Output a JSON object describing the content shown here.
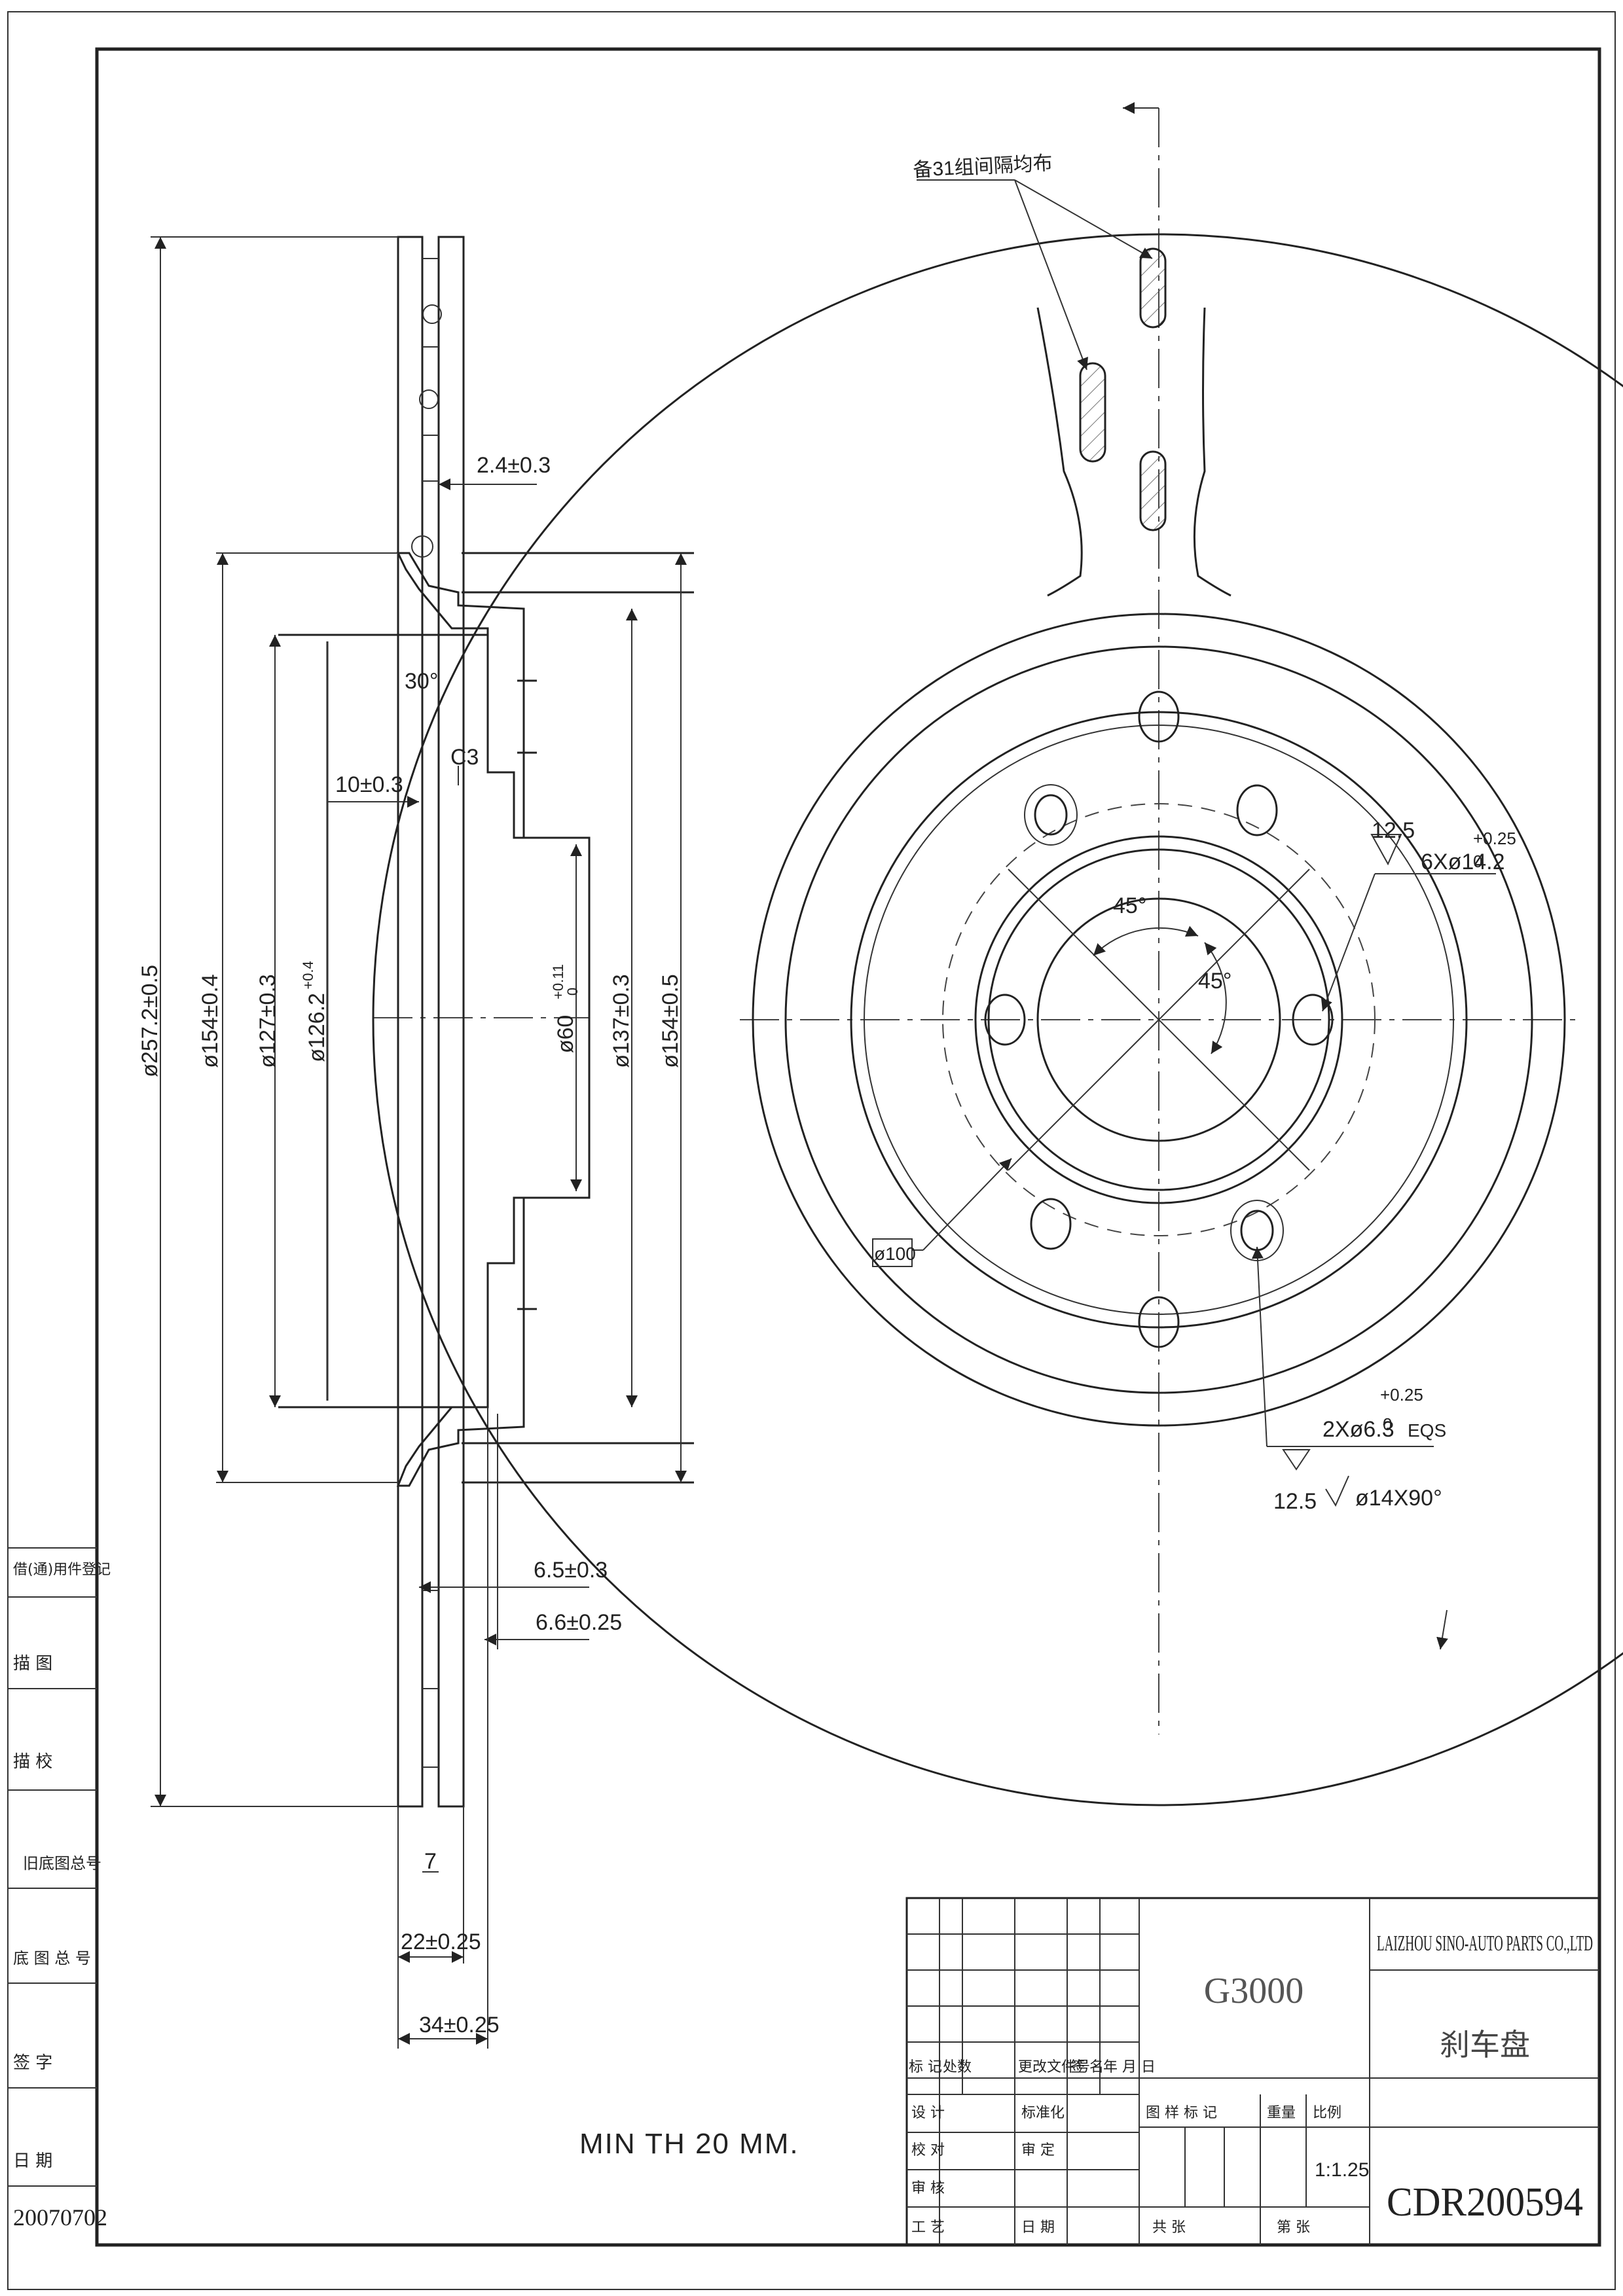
{
  "section_view": {
    "dims": {
      "d_257": "ø257.2±0.5",
      "d_154_left": "ø154±0.4",
      "d_127": "ø127±0.3",
      "d_126": "ø126.2",
      "d_126_tol": "+0.4",
      "d_60": "ø60",
      "d_60_tol": "+0.11",
      "d_60_tol0": "0",
      "d_137": "ø137±0.3",
      "d_154_right": "ø154±0.5",
      "t_24": "2.4±0.3",
      "angle_30": "30°",
      "t_10": "10±0.3",
      "chamfer": "C3",
      "t_65": "6.5±0.3",
      "t_66": "6.6±0.25",
      "t_7": "7",
      "t_22": "22±0.25",
      "t_34": "34±0.25"
    },
    "note": "MIN TH 20 MM."
  },
  "front_view": {
    "slot_note": "备31组间隔均布",
    "bolt_holes": "6Xø14.2",
    "bolt_tol_upper": "+0.25",
    "bolt_tol_lower": "0",
    "roughness_a": "12.5",
    "angle_a": "45°",
    "angle_b": "45°",
    "pcd": "ø100",
    "pin_holes": "2Xø6.3",
    "pin_tol_upper": "+0.25",
    "pin_tol_lower": "0",
    "pin_eqs": "EQS",
    "roughness_b": "12.5",
    "chamfer_spec": "ø14X90°"
  },
  "left_strip": {
    "cells": [
      "借(通)用件登记",
      "描 图",
      "描 校",
      "旧底图总号",
      "底 图 总 号",
      "签 字",
      "日 期",
      "20070702"
    ]
  },
  "title_block": {
    "material": "G3000",
    "company": "LAIZHOU SINO-AUTO PARTS CO.,LTD",
    "part_name": "刹车盘",
    "drawing_no": "CDR200594",
    "revision_headers": [
      "标 记",
      "处数",
      "更改文件号",
      "签 名",
      "年 月 日"
    ],
    "role_labels": [
      "设 计",
      "校 对",
      "审 核",
      "工 艺"
    ],
    "role_labels_mid": [
      "标准化",
      "审 定",
      "日 期"
    ],
    "stage_header": "图 样 标 记",
    "weight_header": "重量",
    "scale_header": "比例",
    "scale": "1:1.25",
    "sheets": "共 张",
    "sheet_no": "第 张"
  }
}
